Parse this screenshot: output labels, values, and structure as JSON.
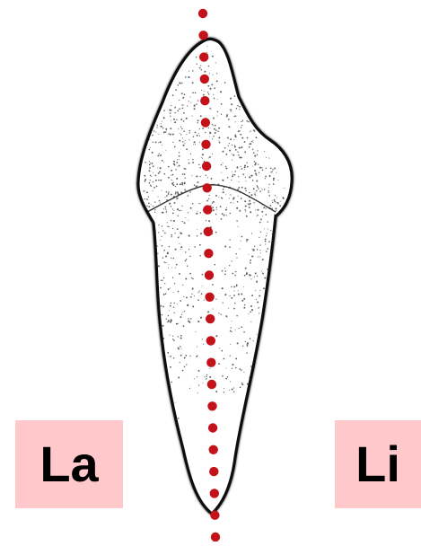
{
  "labels": {
    "left": "La",
    "right": "Li"
  },
  "colors": {
    "label_background": "#ffc9cc",
    "axis_dots": "#c4121b",
    "tooth_outline": "#111111",
    "tooth_fill": "#ffffff",
    "stipple": "#1f1f1f"
  },
  "icons": {
    "tooth": "tooth-illustration",
    "axis": "dotted-axis-line"
  }
}
